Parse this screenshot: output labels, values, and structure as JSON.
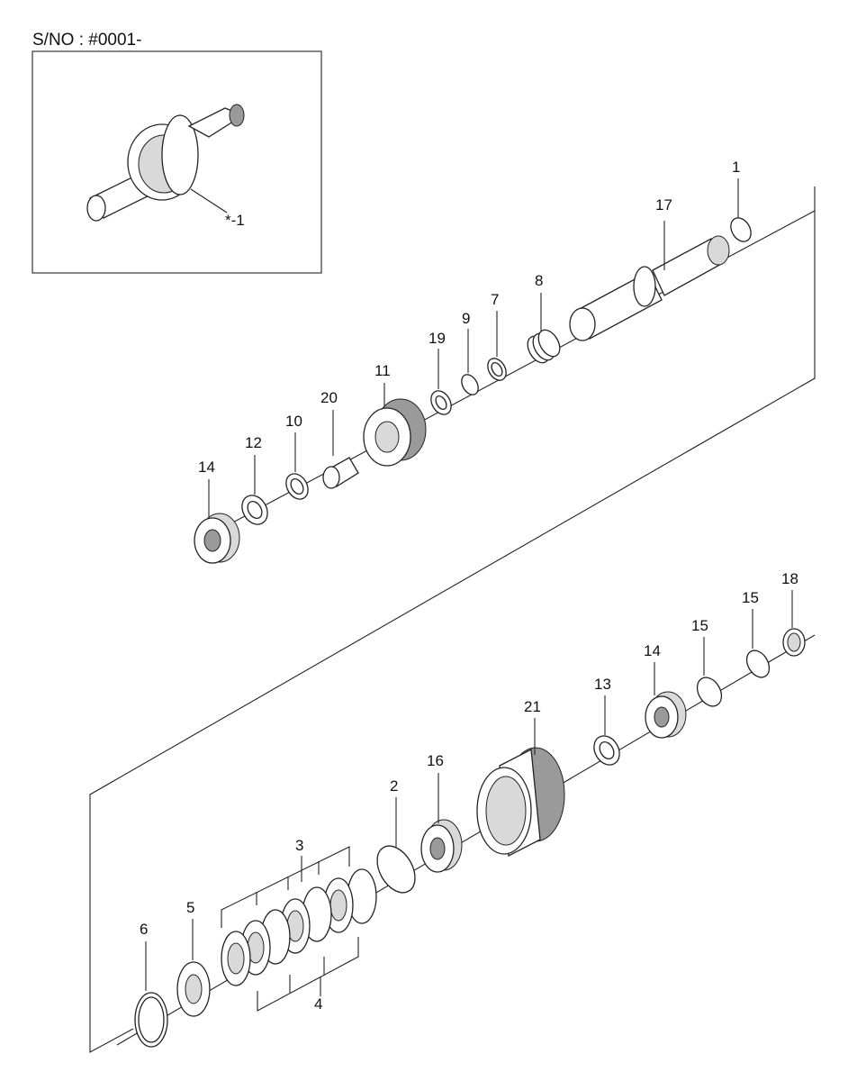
{
  "header": {
    "serial": "S/NO : #0001-"
  },
  "inset": {
    "callout": "*-1"
  },
  "parts": {
    "p1": "1",
    "p2": "2",
    "p3": "3",
    "p4": "4",
    "p5": "5",
    "p6": "6",
    "p7": "7",
    "p8": "8",
    "p9": "9",
    "p10": "10",
    "p11": "11",
    "p12": "12",
    "p13": "13",
    "p14a": "14",
    "p14b": "14",
    "p15a": "15",
    "p15b": "15",
    "p16": "16",
    "p17": "17",
    "p18": "18",
    "p19": "19",
    "p20": "20",
    "p21": "21"
  }
}
